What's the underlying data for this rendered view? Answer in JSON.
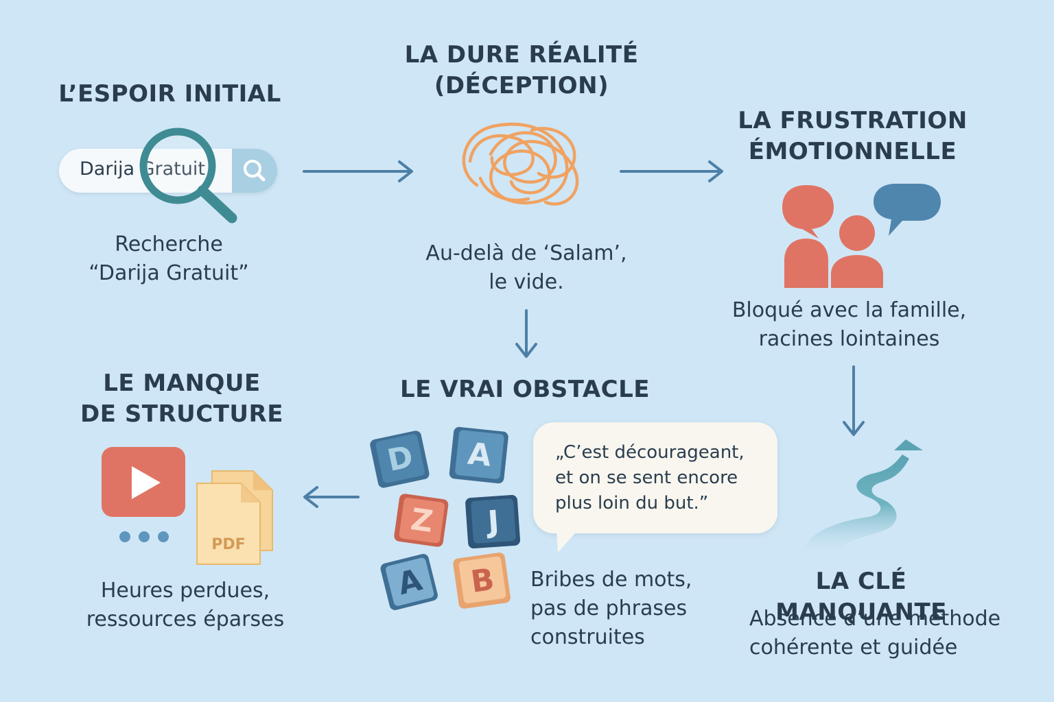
{
  "steps": {
    "espoir": {
      "title": "L’ESPOIR INITIAL",
      "search_text": "Darija  Gratuit",
      "caption_line1": "Recherche",
      "caption_line2": "“Darija Gratuit”"
    },
    "realite": {
      "title_line1": "LA DURE RÉALITÉ",
      "title_line2": "(DÉCEPTION)",
      "caption_line1": "Au-delà de ‘Salam’,",
      "caption_line2": "le vide."
    },
    "frustration": {
      "title_line1": "LA FRUSTRATION",
      "title_line2": "ÉMOTIONNELLE",
      "caption_line1": "Bloqué avec la famille,",
      "caption_line2": "racines lointaines"
    },
    "obstacle": {
      "title": "LE VRAI OBSTACLE",
      "quote_line1": "„C’est décourageant,",
      "quote_line2": "et on se sent encore",
      "quote_line3": "plus loin du but.”",
      "caption_line1": "Bribes de mots,",
      "caption_line2": "pas de phrases",
      "caption_line3": "construites",
      "blocks": [
        "D",
        "A",
        "Z",
        "J",
        "A",
        "B"
      ]
    },
    "structure": {
      "title_line1": "LE MANQUE",
      "title_line2": "DE STRUCTURE",
      "pdf_label": "PDF",
      "caption_line1": "Heures perdues,",
      "caption_line2": "ressources éparses"
    },
    "cle": {
      "title": "LA CLÉ MANQUANTE",
      "caption_line1": "Absence d’une méthode",
      "caption_line2": "cohérente et guidée"
    }
  },
  "colors": {
    "background": "#cfe6f6",
    "arrow": "#4d7fa6",
    "orange": "#f0a261",
    "red": "#e07464",
    "blue": "#4f86ad",
    "teal": "#3f8b93",
    "path": "#6fb3c0"
  },
  "icons": [
    "magnifier-icon",
    "search-icon",
    "tangle-icon",
    "people-speech-icon",
    "letter-blocks-icon",
    "video-play-icon",
    "pdf-file-icon",
    "winding-path-icon"
  ]
}
